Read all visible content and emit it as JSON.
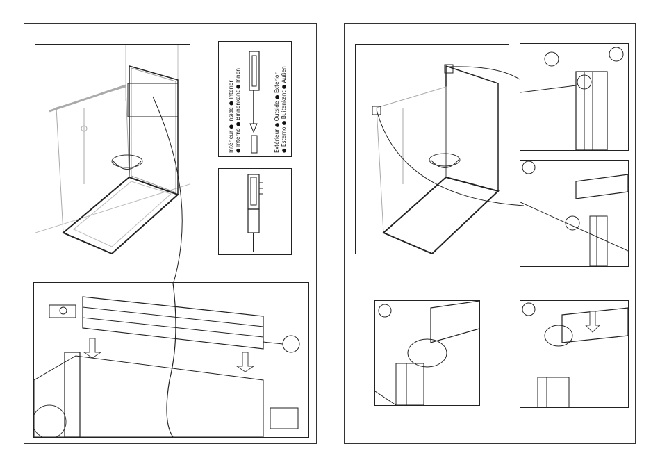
{
  "document": {
    "type": "installation-manual-spread",
    "pages": [
      "left",
      "right"
    ]
  },
  "legend_orientation": {
    "line1": "Intérieur ● Inside ● Interior",
    "line2": "● Interno ● Binnenkant ● Innen",
    "line3": "Extérieur ● Outside ● Exterior",
    "line4": "● Esterno ● Buitenkant ● Außen"
  },
  "step_markers": {
    "left_bottom": "",
    "right_top_a": "",
    "right_top_b": "",
    "right_mid_a": "",
    "right_mid_b": "",
    "right_bottom_a": "",
    "right_bottom_b": ""
  },
  "colors": {
    "line": "#222222",
    "light_line": "#9a9a9a",
    "paper": "#ffffff"
  }
}
